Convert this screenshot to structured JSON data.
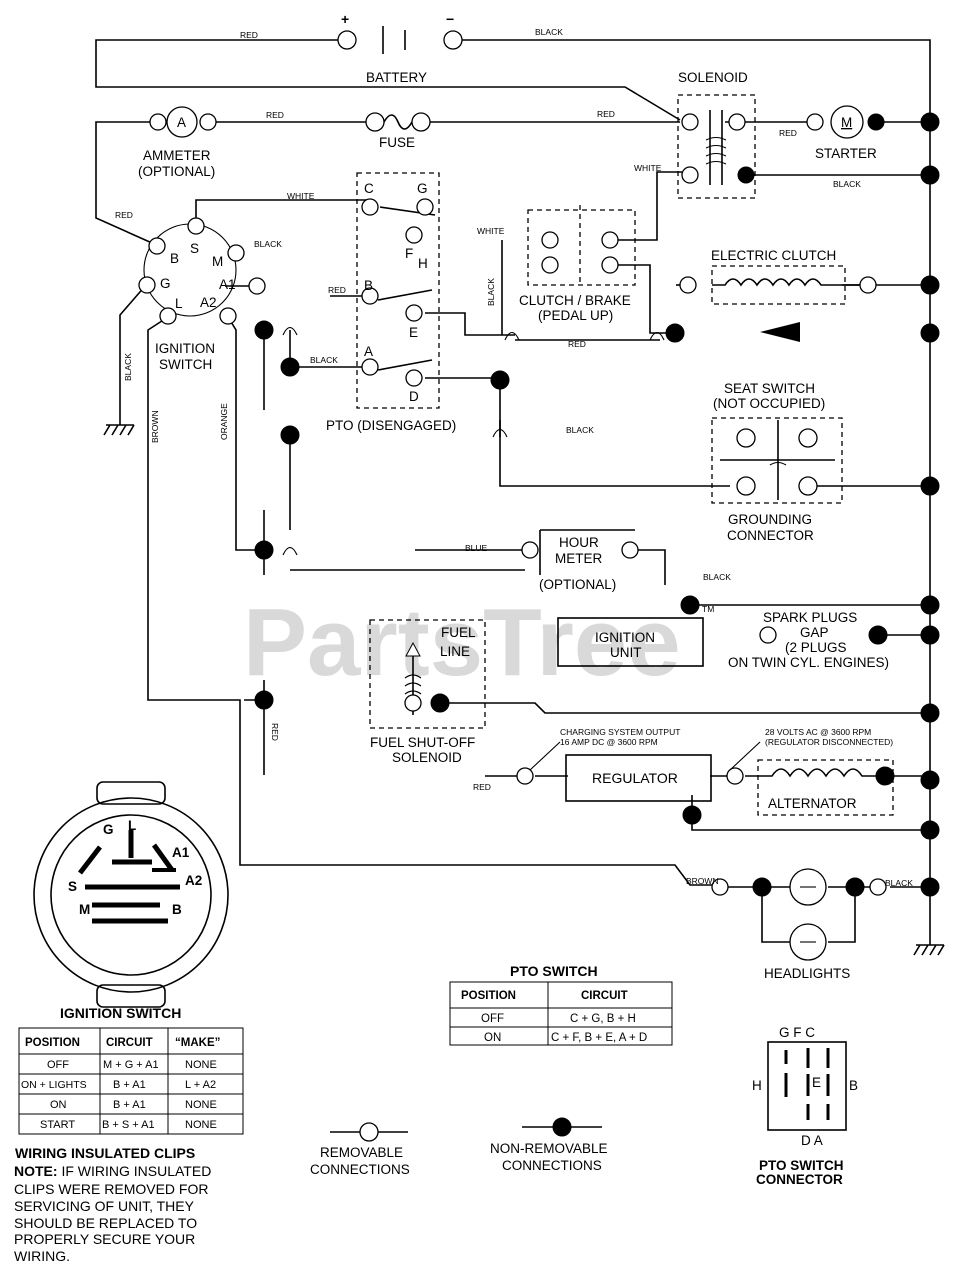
{
  "watermark": {
    "text": "PartsTree",
    "tm": "TM"
  },
  "battery": {
    "label": "BATTERY",
    "plus": "+",
    "minus": "−"
  },
  "solenoid": {
    "label": "SOLENOID"
  },
  "ammeter": {
    "symbol": "A",
    "label": "AMMETER",
    "sub": "(OPTIONAL)"
  },
  "fuse": {
    "label": "FUSE"
  },
  "starter": {
    "symbol": "M",
    "label": "STARTER"
  },
  "ignition_switch": {
    "label_1": "IGNITION",
    "label_2": "SWITCH",
    "terminals": [
      "B",
      "S",
      "M",
      "A1",
      "A2",
      "L",
      "G"
    ]
  },
  "pto": {
    "label": "PTO (DISENGAGED)",
    "terminals": [
      "C",
      "G",
      "F",
      "H",
      "B",
      "E",
      "A",
      "D"
    ]
  },
  "clutch_brake": {
    "label_1": "CLUTCH / BRAKE",
    "label_2": "(PEDAL UP)"
  },
  "electric_clutch": {
    "label": "ELECTRIC CLUTCH"
  },
  "seat_switch": {
    "label_1": "SEAT SWITCH",
    "label_2": "(NOT OCCUPIED)",
    "label_3": "GROUNDING",
    "label_4": "CONNECTOR"
  },
  "hour_meter": {
    "label_1": "HOUR",
    "label_2": "METER",
    "label_3": "(OPTIONAL)"
  },
  "ignition_unit": {
    "label_1": "IGNITION",
    "label_2": "UNIT"
  },
  "spark_plugs": {
    "label_1": "SPARK PLUGS",
    "label_2": "GAP",
    "label_3": "(2 PLUGS",
    "label_4": "ON TWIN CYL. ENGINES)"
  },
  "fuel_solenoid": {
    "label_1": "FUEL",
    "label_2": "LINE",
    "label_3": "FUEL SHUT-OFF",
    "label_4": "SOLENOID"
  },
  "regulator": {
    "label": "REGULATOR",
    "output_1": "CHARGING SYSTEM OUTPUT",
    "output_2": "16 AMP DC @ 3600 RPM",
    "input_1": "28 VOLTS AC @ 3600 RPM",
    "input_2": "(REGULATOR DISCONNECTED)"
  },
  "alternator": {
    "label": "ALTERNATOR"
  },
  "headlights": {
    "label": "HEADLIGHTS"
  },
  "wire_colors": {
    "red": "RED",
    "black": "BLACK",
    "white": "WHITE",
    "brown": "BROWN",
    "orange": "ORANGE",
    "blue": "BLUE",
    "red_flipped": "RED"
  },
  "ign_switch_face": {
    "letters": [
      "G",
      "L",
      "A1",
      "S",
      "A2",
      "M",
      "B"
    ]
  },
  "ignition_table": {
    "title": "IGNITION SWITCH",
    "headers": [
      "POSITION",
      "CIRCUIT",
      "“MAKE”"
    ],
    "rows": [
      [
        "OFF",
        "M + G + A1",
        "NONE"
      ],
      [
        "ON + LIGHTS",
        "B + A1",
        "L + A2"
      ],
      [
        "ON",
        "B + A1",
        "NONE"
      ],
      [
        "START",
        "B + S + A1",
        "NONE"
      ]
    ]
  },
  "pto_table": {
    "title": "PTO SWITCH",
    "headers": [
      "POSITION",
      "CIRCUIT"
    ],
    "rows": [
      [
        "OFF",
        "C + G, B + H"
      ],
      [
        "ON",
        "C + F, B + E, A + D"
      ]
    ]
  },
  "legend": {
    "removable_1": "REMOVABLE",
    "removable_2": "CONNECTIONS",
    "nonremovable_1": "NON-REMOVABLE",
    "nonremovable_2": "CONNECTIONS"
  },
  "pto_connector": {
    "top": "G F C",
    "left": "H",
    "center": "E",
    "right": "B",
    "bottom": "D A",
    "label_1": "PTO SWITCH",
    "label_2": "CONNECTOR"
  },
  "note": {
    "title": "WIRING INSULATED CLIPS",
    "prefix": "NOTE:",
    "line_1": " IF WIRING INSULATED",
    "line_2": "CLIPS WERE REMOVED FOR",
    "line_3": "SERVICING OF UNIT, THEY",
    "line_4": "SHOULD BE REPLACED TO",
    "line_5": "PROPERLY SECURE YOUR",
    "line_6": "WIRING."
  }
}
